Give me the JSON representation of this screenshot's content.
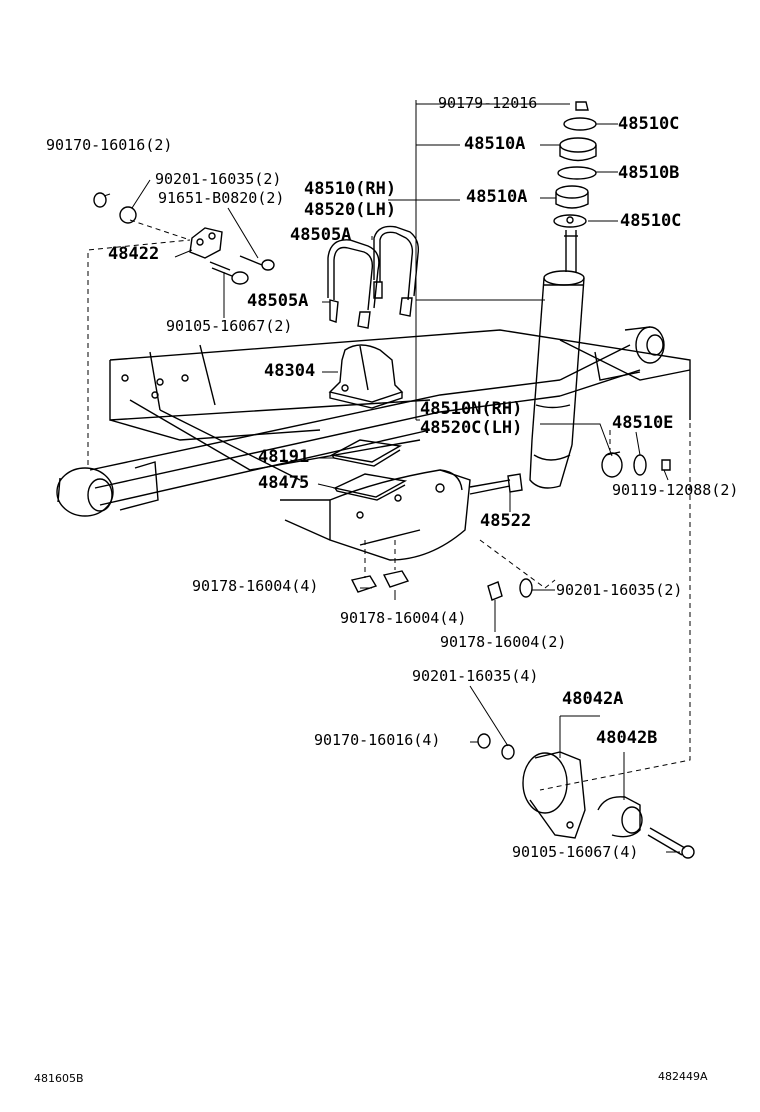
{
  "labels": {
    "p90179_12016": "90179-12016",
    "p48510C_top": "48510C",
    "p48510A_top": "48510A",
    "p48510B": "48510B",
    "p48510A_mid": "48510A",
    "p48510C_mid": "48510C",
    "p90170_16016_2": "90170-16016(2)",
    "p90201_16035_2_top": "90201-16035(2)",
    "p48510_RH": "48510(RH)",
    "p91651_B0820": "91651-B0820(2)",
    "p48520_LH": "48520(LH)",
    "p48505A_top": "48505A",
    "p48422": "48422",
    "p48505A_low": "48505A",
    "p90105_16067_2": "90105-16067(2)",
    "p48304": "48304",
    "p48510N": "48510N(RH)",
    "p48520C": "48520C(LH)",
    "p48510E": "48510E",
    "p48191": "48191",
    "p90119_12088": "90119-12088(2)",
    "p48475": "48475",
    "p48522": "48522",
    "p90178_16004_4a": "90178-16004(4)",
    "p90201_16035_2_low": "90201-16035(2)",
    "p90178_16004_4b": "90178-16004(4)",
    "p90178_16004_2": "90178-16004(2)",
    "p90201_16035_4": "90201-16035(4)",
    "p48042A": "48042A",
    "p90170_16016_4": "90170-16016(4)",
    "p48042B": "48042B",
    "p90105_16067_4": "90105-16067(4)"
  },
  "footer": {
    "left_code": "481605B",
    "right_code": "482449A"
  }
}
